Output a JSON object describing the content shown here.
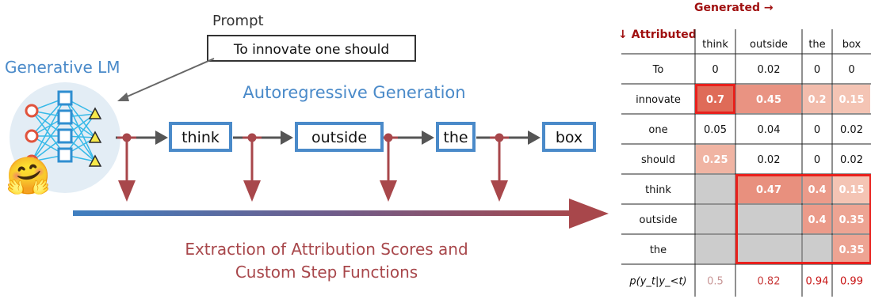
{
  "prompt_label": "Prompt",
  "prompt_text": "To innovate one should",
  "model_label": "Generative LM",
  "model_emoji": "🤗",
  "generation_label": "Autoregressive Generation",
  "generated_tokens": [
    "think",
    "outside",
    "the",
    "box"
  ],
  "extraction_label_line1": "Extraction of Attribution Scores and",
  "extraction_label_line2": "Custom Step Functions",
  "colors": {
    "blue": "#4a8ac9",
    "red": "#a8474b",
    "arrow_gray": "#555555",
    "cell_gray": "#cccccc",
    "highlight_red": "#e8201c"
  },
  "table": {
    "generated_header": "Generated →",
    "attributed_header": "↓ Attributed",
    "columns": [
      "think",
      "outside",
      "the",
      "box"
    ],
    "rows": [
      {
        "label": "To",
        "values": [
          "0",
          "0.02",
          "0",
          "0"
        ]
      },
      {
        "label": "innovate",
        "values": [
          "0.7",
          "0.45",
          "0.2",
          "0.15"
        ]
      },
      {
        "label": "one",
        "values": [
          "0.05",
          "0.04",
          "0",
          "0.02"
        ]
      },
      {
        "label": "should",
        "values": [
          "0.25",
          "0.02",
          "0",
          "0.02"
        ]
      },
      {
        "label": "think",
        "values": [
          "",
          "0.47",
          "0.4",
          "0.15"
        ]
      },
      {
        "label": "outside",
        "values": [
          "",
          "",
          "0.4",
          "0.35"
        ]
      },
      {
        "label": "the",
        "values": [
          "",
          "",
          "",
          "0.35"
        ]
      }
    ],
    "prob_row_label": "p(y_t|y_<t)",
    "prob_values": [
      "0.5",
      "0.82",
      "0.94",
      "0.99"
    ]
  }
}
